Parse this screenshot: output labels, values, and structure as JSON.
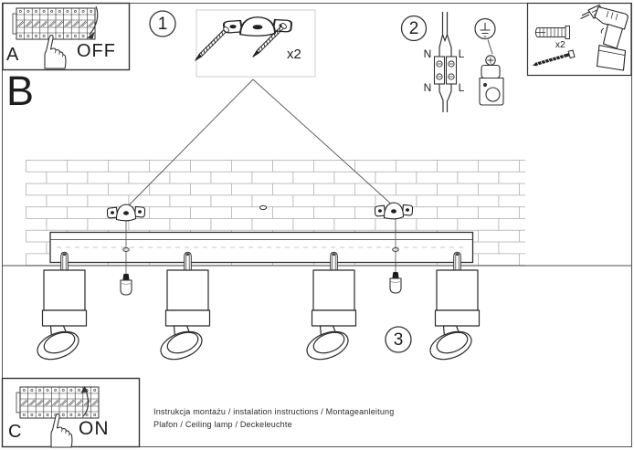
{
  "document": {
    "panel_a": {
      "label": "A",
      "state": "OFF"
    },
    "panel_b_label": "B",
    "panel_c": {
      "label": "C",
      "state": "ON"
    },
    "step_1": {
      "number": "1",
      "quantity": "x2"
    },
    "step_2": {
      "number": "2",
      "wire_labels": {
        "n_top": "N",
        "l_top": "L",
        "n_bottom": "N",
        "l_bottom": "L"
      }
    },
    "step_3": {
      "number": "3"
    },
    "hardware": {
      "quantity": "x2"
    },
    "footer": {
      "line_1": "Instrukcja montażu / instalation instructions / Montageanleitung",
      "line_2": "Plafon / Ceiling lamp / Deckeleuchte"
    },
    "colors": {
      "ink": "#2a2a2a",
      "brick_line": "#b5b5b5",
      "page_border": "#555555",
      "light_box_border": "#cccccc",
      "background": "#ffffff"
    }
  }
}
